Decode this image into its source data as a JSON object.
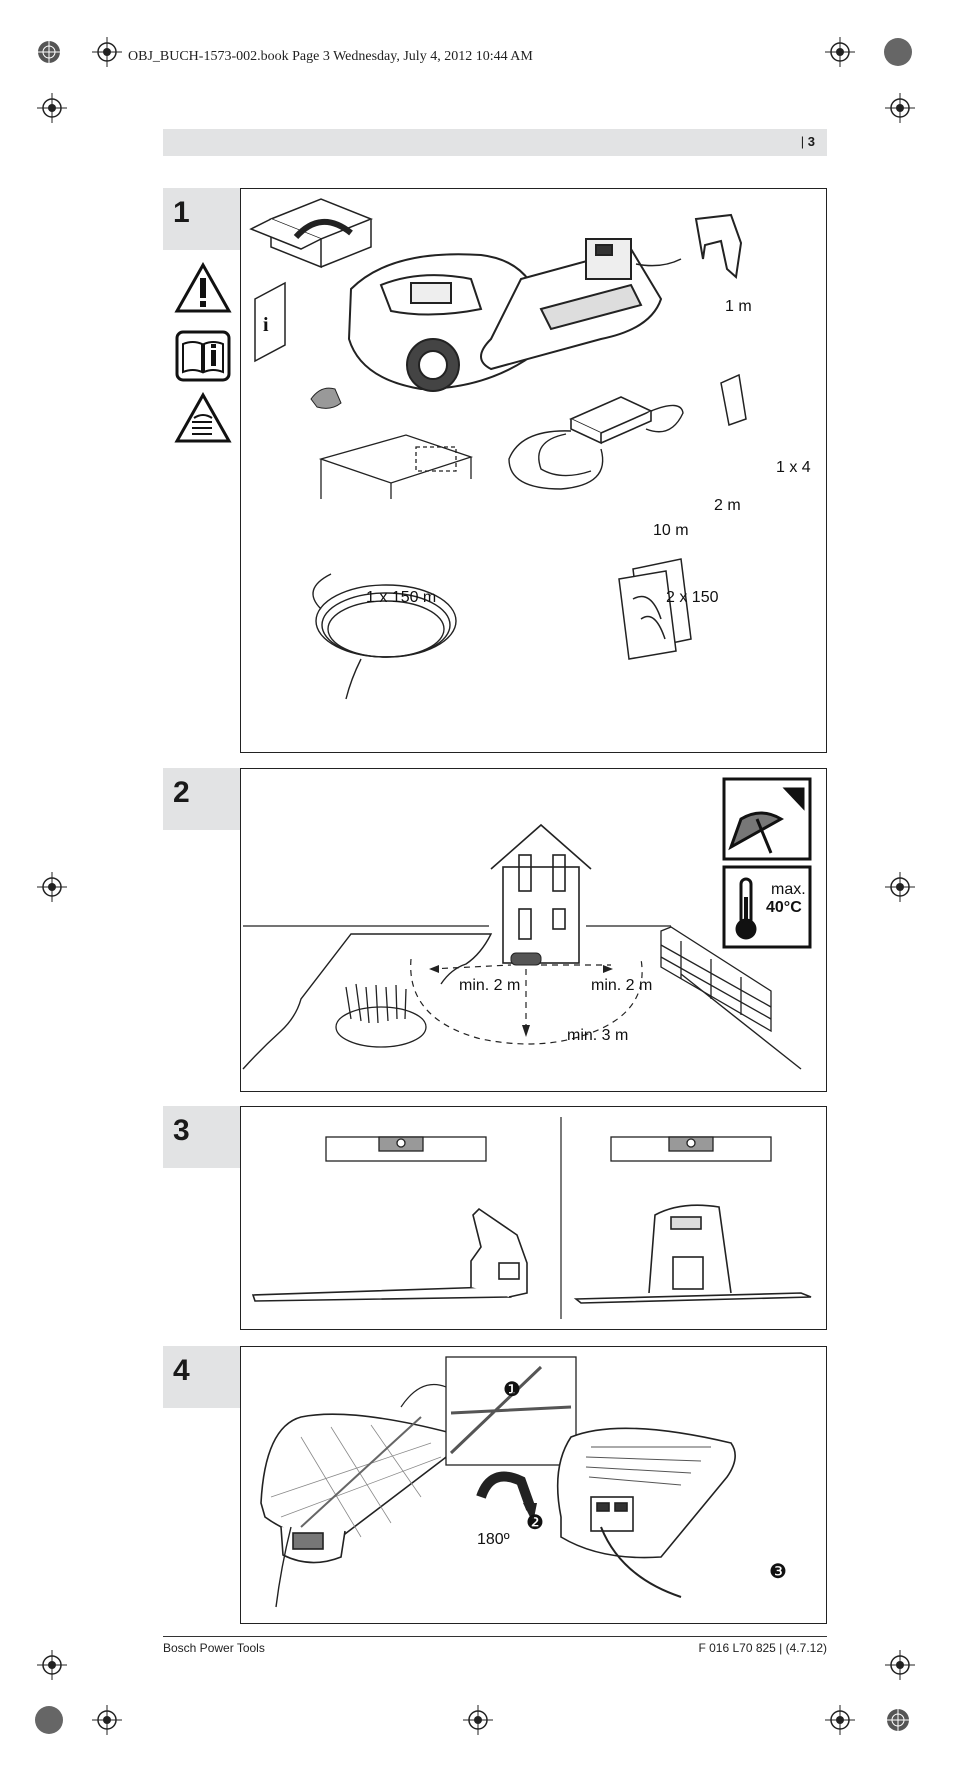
{
  "print_header": "OBJ_BUCH-1573-002.book  Page 3  Wednesday, July 4, 2012  10:44 AM",
  "page_number": "3",
  "steps": [
    {
      "number": "1",
      "labels": {
        "cable_1m": "1 m",
        "pegs": "1 x 4",
        "cable_2m": "2 m",
        "cable_10m": "10 m",
        "wire": "1 x 150 m",
        "pegs_bags": "2 x 150"
      }
    },
    {
      "number": "2",
      "labels": {
        "min_left": "min. 2 m",
        "min_right": "min. 2 m",
        "min_front": "min. 3 m",
        "max": "max.",
        "temp": "40°C"
      }
    },
    {
      "number": "3"
    },
    {
      "number": "4",
      "labels": {
        "callout_1": "❶",
        "callout_2": "❷",
        "callout_3": "❸",
        "rotation": "180º"
      }
    }
  ],
  "footer": {
    "left": "Bosch Power Tools",
    "right": "F 016 L70 825 | (4.7.12)"
  }
}
